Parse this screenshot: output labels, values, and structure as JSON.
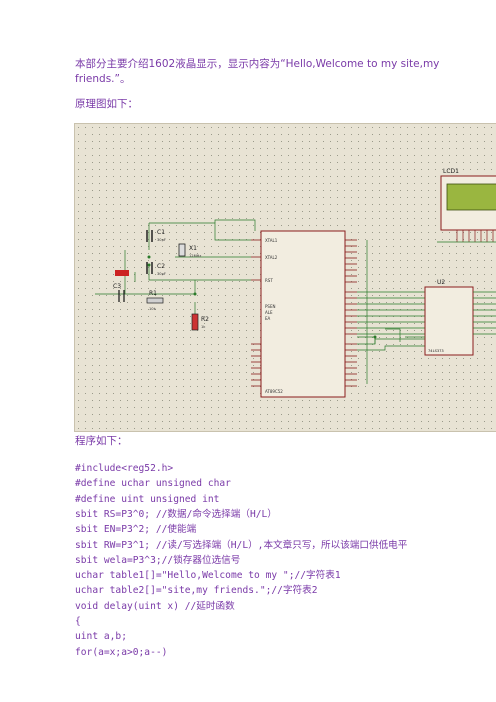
{
  "intro": "本部分主要介绍1602液晶显示，显示内容为“Hello,Welcome to my site,my",
  "intro_cont": "friends.”。",
  "schematic_heading": "原理图如下：",
  "schematic": {
    "labels": {
      "lcd": "LCD1",
      "u2": "U2",
      "c1": "C1",
      "c2": "C2",
      "c3": "C3",
      "x1": "X1",
      "r1": "R1",
      "r2": "R2",
      "crystal_freq": "12MHz",
      "c1_val": "30pF",
      "c2_val": "30pF",
      "r1_val": "10k",
      "r2_val": "1k",
      "mcu_name": "AT89C52",
      "u2_name": "74LS373",
      "xtal1": "XTAL1",
      "xtal2": "XTAL2",
      "rst": "RST",
      "psen": "PSEN",
      "ale": "ALE",
      "ea": "EA"
    }
  },
  "program_heading": "程序如下：",
  "code": [
    {
      "code": "#include<reg52.h>",
      "comment": ""
    },
    {
      "code": "#define uchar unsigned char",
      "comment": ""
    },
    {
      "code": "#define uint unsigned int",
      "comment": ""
    },
    {
      "code": "sbit RS=P3^0; ",
      "comment": "//数据/命令选择端（H/L）"
    },
    {
      "code": "sbit EN=P3^2; ",
      "comment": "//使能端"
    },
    {
      "code": "sbit RW=P3^1; ",
      "comment": "//读/写选择端（H/L）,本文章只写，所以该端口供低电平"
    },
    {
      "code": "sbit wela=P3^3;",
      "comment": "//锁存器位选信号"
    },
    {
      "code": "uchar table1[]=\"Hello,Welcome to my \";",
      "comment": "//字符表1"
    },
    {
      "code": "uchar table2[]=\"site,my friends.\";",
      "comment": "//字符表2"
    },
    {
      "code": "void delay(uint x) ",
      "comment": "//延时函数"
    },
    {
      "code": "{",
      "comment": ""
    },
    {
      "code": "uint a,b;",
      "comment": ""
    },
    {
      "code": "for(a=x;a>0;a--)",
      "comment": ""
    }
  ]
}
